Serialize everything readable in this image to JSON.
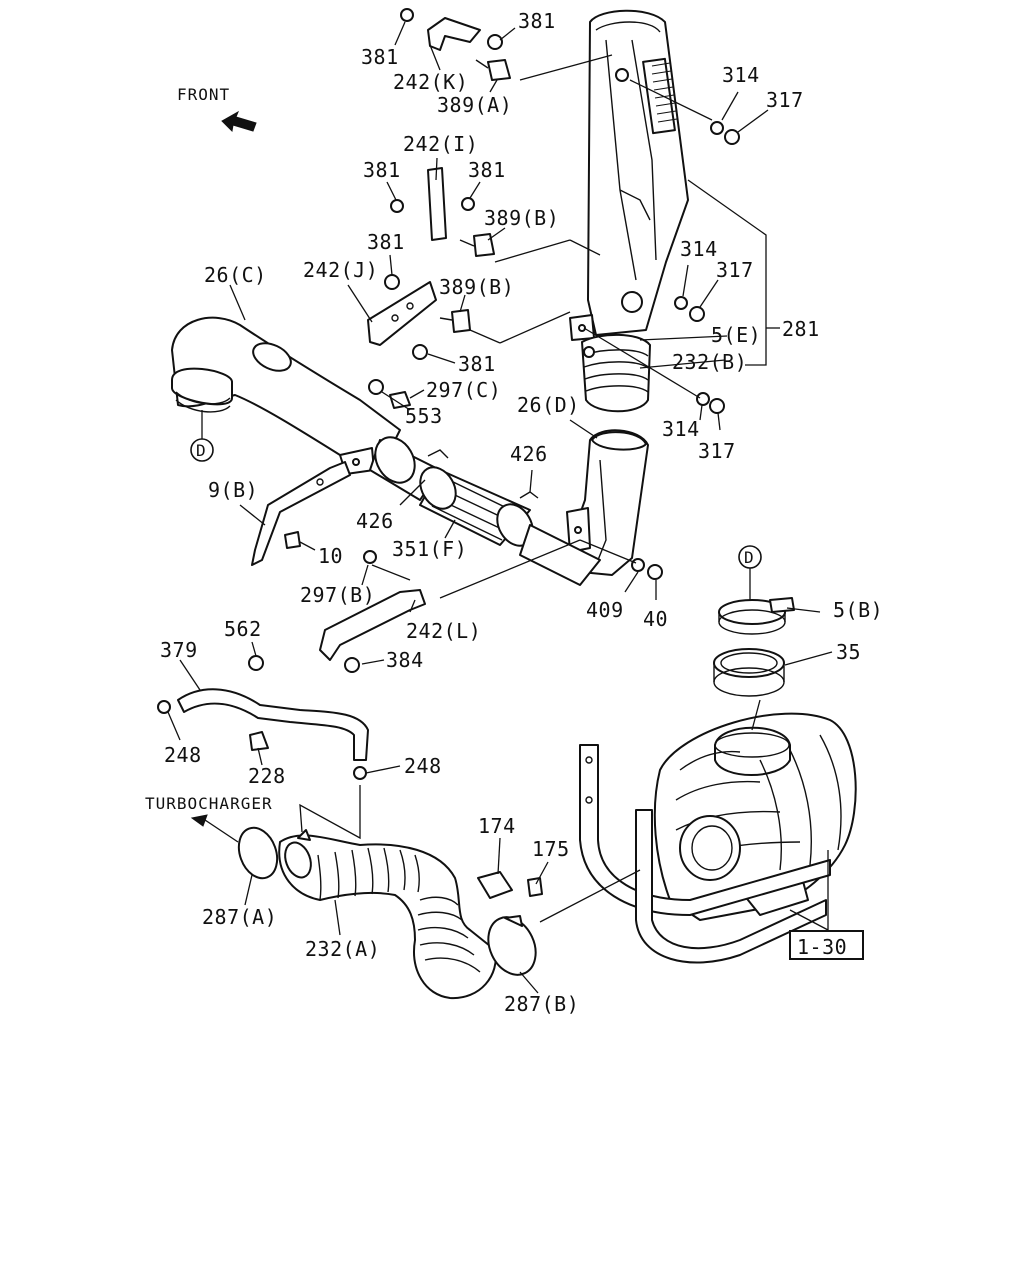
{
  "front_label": "FRONT",
  "turbo_label": "TURBOCHARGER",
  "ref_box": "1-30",
  "callout_d_top": "D",
  "callout_d_right": "D",
  "labels": {
    "p381_a": "381",
    "p381_b": "381",
    "p242k": "242(K)",
    "p389a": "389(A)",
    "p314_a": "314",
    "p317_a": "317",
    "p242i": "242(I)",
    "p381_c": "381",
    "p381_d": "381",
    "p389b_a": "389(B)",
    "p381_e": "381",
    "p242j": "242(J)",
    "p389b_b": "389(B)",
    "p26c": "26(C)",
    "p314_b": "314",
    "p317_b": "317",
    "p5e": "5(E)",
    "p281": "281",
    "p232b": "232(B)",
    "p381_f": "381",
    "p297c": "297(C)",
    "p553": "553",
    "p26d": "26(D)",
    "p314_c": "314",
    "p317_c": "317",
    "p426_a": "426",
    "p426_b": "426",
    "p9b": "9(B)",
    "p351f": "351(F)",
    "p10": "10",
    "p297b": "297(B)",
    "p409": "409",
    "p40": "40",
    "p242l": "242(L)",
    "p5b": "5(B)",
    "p35": "35",
    "p562": "562",
    "p379": "379",
    "p384": "384",
    "p248_a": "248",
    "p228": "228",
    "p248_b": "248",
    "p174": "174",
    "p175": "175",
    "p287a": "287(A)",
    "p232a": "232(A)",
    "p287b": "287(B)"
  }
}
